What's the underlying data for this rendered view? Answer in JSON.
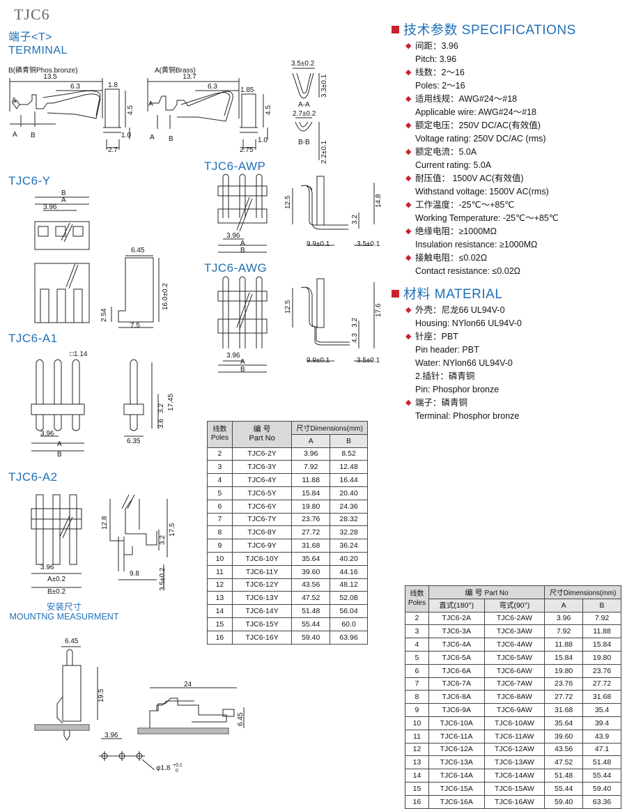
{
  "page": {
    "title": "TJC6"
  },
  "labels": {
    "terminal_cn": "端子<T>",
    "terminal_en": "TERMINAL",
    "tjc6_y": "TJC6-Y",
    "tjc6_a1": "TJC6-A1",
    "tjc6_a2": "TJC6-A2",
    "tjc6_awp": "TJC6-AWP",
    "tjc6_awg": "TJC6-AWG",
    "mount_cn": "安装尺寸",
    "mount_en": "MOUNTNG MEASURMENT"
  },
  "terminal_dims": {
    "b_caption": "B(磷青铜Phos.bronze)",
    "a_caption": "A(黄铜Brass)",
    "b_len": "13.5",
    "b_63": "6.3",
    "b_18": "1.8",
    "b_45": "4.5",
    "b_27": "2.7",
    "b_10": "1.0",
    "a_len": "13.7",
    "a_63": "6.3",
    "a_185": "1.85",
    "a_45": "4.5",
    "a_275": "2.75",
    "a_10": "1.0",
    "aa_w": "3.5±0.2",
    "aa_h": "3.3±0.1",
    "aa_lbl": "A-A",
    "bb_w": "2.7±0.2",
    "bb_h": "2.2±0.1",
    "bb_lbl": "B-B",
    "letter_a": "A",
    "letter_b": "B"
  },
  "y_dims": {
    "b": "B",
    "a": "A",
    "p": "3.96",
    "w": "6.45",
    "h": "16.0±0.2",
    "s": "2.54",
    "d": "7.5"
  },
  "a1_dims": {
    "sq": "□1.14",
    "h": "17.45",
    "h2": "3.2",
    "h3": "3.6",
    "w": "6.35",
    "p": "3.96",
    "a": "A",
    "b": "B"
  },
  "a2_dims": {
    "h1": "12.8",
    "h2": "17.5",
    "h3": "3.2",
    "h4": "3.5±0.2",
    "w": "9.8",
    "p": "3.96",
    "a": "A±0.2",
    "b": "B±0.2"
  },
  "awp_dims": {
    "h1": "12.5",
    "h2": "14.8",
    "h3": "3.2",
    "w1": "9.9±0.1",
    "w2": "3.5±0.1",
    "p": "3.96",
    "a": "A",
    "b": "B"
  },
  "awg_dims": {
    "h1": "12.5",
    "h2": "17.6",
    "h3": "3.2",
    "h4": "4.3",
    "w1": "9.9±0.1",
    "w2": "3.5±0.1",
    "p": "3.96",
    "a": "A",
    "b": "B"
  },
  "mount_dims": {
    "w": "6.45",
    "h": "19.5",
    "p": "3.96",
    "l": "24",
    "t": "6.45",
    "hole": "φ1.8",
    "tol_up": "+0.1",
    "tol_dn": "0"
  },
  "specs": {
    "title_cn": "技术参数",
    "title_en": "SPECIFICATIONS",
    "items": [
      {
        "cn": "间距：3.96",
        "en": "Pitch: 3.96"
      },
      {
        "cn": "线数：2～16",
        "en": "Poles: 2～16"
      },
      {
        "cn": "适用线规：AWG#24～#18",
        "en": "Applicable wire: AWG#24～#18"
      },
      {
        "cn": "额定电压：250V DC/AC(有效值)",
        "en": "Voltage rating: 250V DC/AC (rms)"
      },
      {
        "cn": "额定电流：5.0A",
        "en": "Current rating: 5.0A"
      },
      {
        "cn": "耐压值：  1500V AC(有效值)",
        "en": "Withstand voltage: 1500V AC(rms)"
      },
      {
        "cn": "工作温度：-25℃～+85℃",
        "en": "Working Temperature: -25℃～+85℃"
      },
      {
        "cn": "绝缘电阻：≥1000MΩ",
        "en": "Insulation resistance: ≥1000MΩ"
      },
      {
        "cn": "接触电阻：≤0.02Ω",
        "en": "Contact resistance: ≤0.02Ω"
      }
    ]
  },
  "material": {
    "title_cn": "材料",
    "title_en": "MATERIAL",
    "housing_cn": "外壳：尼龙66    UL94V-0",
    "housing_en": "Housing: NYlon66   UL94V-0",
    "pin_cn": "针座：PBT",
    "pin_header": "Pin header: PBT",
    "water": "Water: NYlon66   UL94V-0",
    "pin2_cn": "2.插针：磷青铜",
    "pin2_en": "Pin:  Phosphor bronze",
    "term_cn": "端子：磷青铜",
    "term_en": "Terminal:  Phosphor bronze"
  },
  "table_y": {
    "h_poles_cn": "线数",
    "h_poles_en": "Poles",
    "h_part_cn": "编 号",
    "h_part_en": "Part No",
    "h_dim": "尺寸Dimensions(mm)",
    "h_a": "A",
    "h_b": "B",
    "rows": [
      [
        "2",
        "TJC6-2Y",
        "3.96",
        "8.52"
      ],
      [
        "3",
        "TJC6-3Y",
        "7.92",
        "12.48"
      ],
      [
        "4",
        "TJC6-4Y",
        "11.88",
        "16.44"
      ],
      [
        "5",
        "TJC6-5Y",
        "15.84",
        "20.40"
      ],
      [
        "6",
        "TJC6-6Y",
        "19.80",
        "24.36"
      ],
      [
        "7",
        "TJC6-7Y",
        "23.76",
        "28.32"
      ],
      [
        "8",
        "TJC6-8Y",
        "27.72",
        "32.28"
      ],
      [
        "9",
        "TJC6-9Y",
        "31.68",
        "36.24"
      ],
      [
        "10",
        "TJC6-10Y",
        "35.64",
        "40.20"
      ],
      [
        "11",
        "TJC6-11Y",
        "39.60",
        "44.16"
      ],
      [
        "12",
        "TJC6-12Y",
        "43.56",
        "48.12"
      ],
      [
        "13",
        "TJC6-13Y",
        "47.52",
        "52.08"
      ],
      [
        "14",
        "TJC6-14Y",
        "51.48",
        "56.04"
      ],
      [
        "15",
        "TJC6-15Y",
        "55.44",
        "60.0"
      ],
      [
        "16",
        "TJC6-16Y",
        "59.40",
        "63.96"
      ]
    ]
  },
  "table_a": {
    "h_poles_cn": "线数",
    "h_poles_en": "Poles",
    "h_part_cn": "编 号",
    "h_part_en": "Part No",
    "h_straight": "直式(180°)",
    "h_bent": "弯式(90°)",
    "h_dim": "尺寸Dimensions(mm)",
    "h_a": "A",
    "h_b": "B",
    "rows": [
      [
        "2",
        "TJC6-2A",
        "TJC6-2AW",
        "3.96",
        "7.92"
      ],
      [
        "3",
        "TJC6-3A",
        "TJC6-3AW",
        "7.92",
        "11.88"
      ],
      [
        "4",
        "TJC6-4A",
        "TJC6-4AW",
        "11.88",
        "15.84"
      ],
      [
        "5",
        "TJC6-5A",
        "TJC6-5AW",
        "15.84",
        "19.80"
      ],
      [
        "6",
        "TJC6-6A",
        "TJC6-6AW",
        "19.80",
        "23.76"
      ],
      [
        "7",
        "TJC6-7A",
        "TJC6-7AW",
        "23.76",
        "27.72"
      ],
      [
        "8",
        "TJC6-8A",
        "TJC6-8AW",
        "27.72",
        "31.68"
      ],
      [
        "9",
        "TJC6-9A",
        "TJC6-9AW",
        "31.68",
        "35.4"
      ],
      [
        "10",
        "TJC6-10A",
        "TJC6-10AW",
        "35.64",
        "39.4"
      ],
      [
        "11",
        "TJC6-11A",
        "TJC6-11AW",
        "39.60",
        "43.9"
      ],
      [
        "12",
        "TJC6-12A",
        "TJC6-12AW",
        "43.56",
        "47.1"
      ],
      [
        "13",
        "TJC6-13A",
        "TJC6-13AW",
        "47.52",
        "51.48"
      ],
      [
        "14",
        "TJC6-14A",
        "TJC6-14AW",
        "51.48",
        "55.44"
      ],
      [
        "15",
        "TJC6-15A",
        "TJC6-15AW",
        "55.44",
        "59.40"
      ],
      [
        "16",
        "TJC6-16A",
        "TJC6-16AW",
        "59.40",
        "63.36"
      ]
    ]
  }
}
